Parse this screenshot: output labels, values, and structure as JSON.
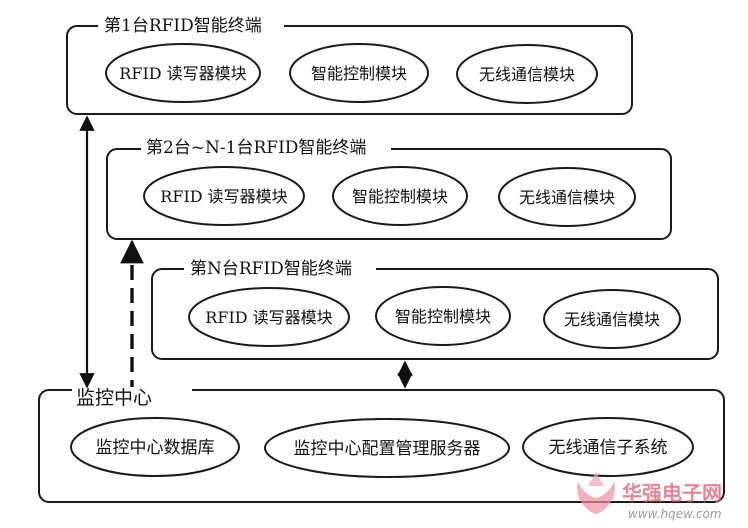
{
  "terminals": [
    {
      "title": "第1台RFID智能终端",
      "modules": [
        "RFID 读写器模块",
        "智能控制模块",
        "无线通信模块"
      ]
    },
    {
      "title": "第2台~N-1台RFID智能终端",
      "modules": [
        "RFID 读写器模块",
        "智能控制模块",
        "无线通信模块"
      ]
    },
    {
      "title": "第N台RFID智能终端",
      "modules": [
        "RFID 读写器模块",
        "智能控制模块",
        "无线通信模块"
      ]
    }
  ],
  "center": {
    "title": "监控中心",
    "modules": [
      "监控中心数据库",
      "监控中心配置管理服务器",
      "无线通信子系统"
    ]
  },
  "watermark": {
    "name": "华强电子网",
    "url": "www.hqew.com"
  }
}
